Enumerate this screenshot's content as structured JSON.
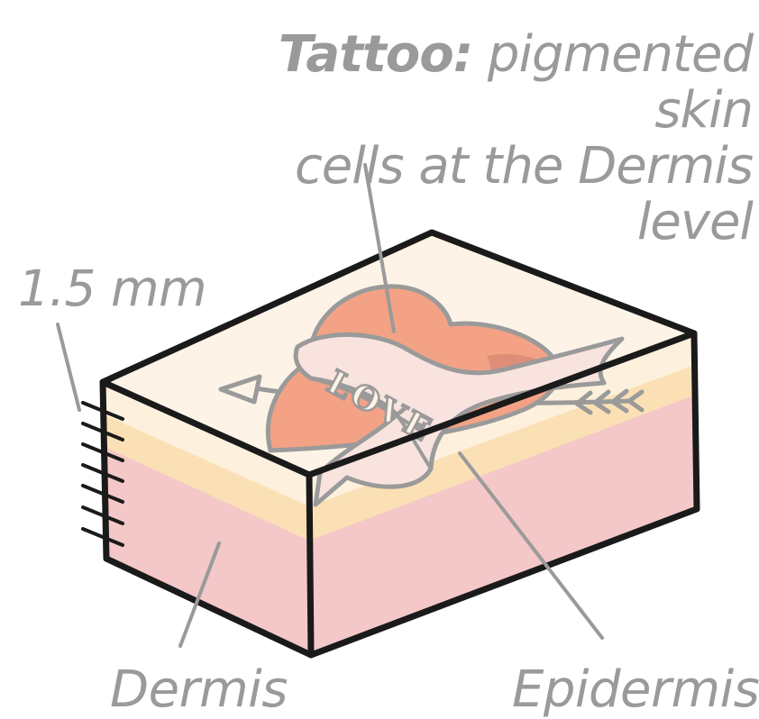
{
  "title": {
    "bold": "Tattoo:",
    "line1_rest": " pigmented skin",
    "line2": "cells at the Dermis level"
  },
  "labels": {
    "thickness": "1.5 mm",
    "dermis": "Dermis",
    "epidermis": "Epidermis",
    "banner": "LOVE"
  },
  "colors": {
    "dermis": "#f4c7c8",
    "epidermis_band": "#fbe0b6",
    "top_surface": "#fdf3e6",
    "heart": "#f3a285",
    "heart_shade": "#d98a73",
    "banner": "#f9e3df",
    "outline": "#1a1a1a",
    "gray": "#9a9a9a"
  }
}
